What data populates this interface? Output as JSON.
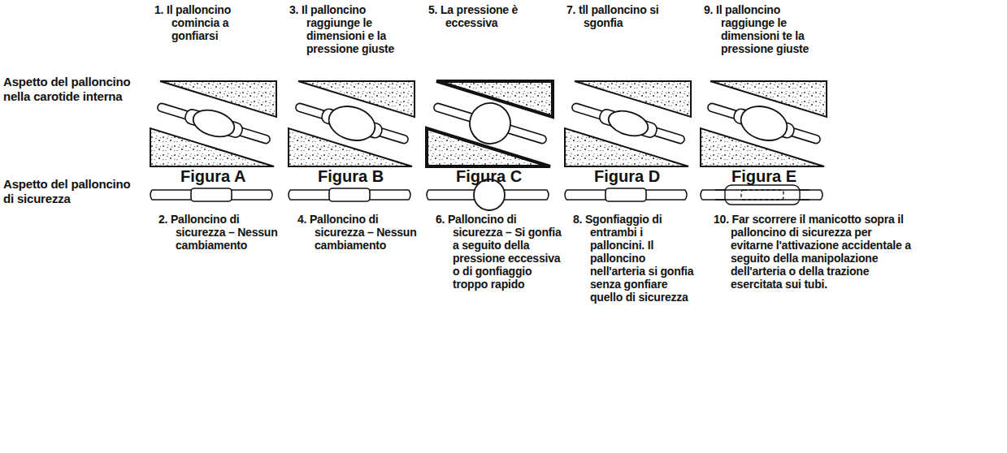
{
  "diagram": {
    "labels": [
      "1. Il palloncino comincia a gonfiarsi",
      "3. Il palloncino raggiunge le dimensioni e la pressione giuste",
      "5. La pressione è eccessiva",
      "7. tll palloncino si sgonfia",
      "9. Il palloncino raggiunge le dimensioni te la pressione giuste",
      "Aspetto del palloncino nella carotide interna",
      "Aspetto del palloncino di sicurezza",
      "Figura A",
      "Figura B",
      "Figura C",
      "Figura D",
      "Figura E",
      "2. Palloncino di sicurezza – Nessun cambiamento",
      "4. Palloncino di sicurezza – Nessun cambiamento",
      "6. Palloncino di sicurezza – Si gonfia a seguito della pressione eccessiva o di gonfiaggio troppo rapido",
      "8. Sgonfiaggio di entrambi i palloncini. Il palloncino nell'arteria si gonfia senza gonfiare quello di sicurezza",
      "10. Far scorrere il manicotto sopra il palloncino di sicurezza per evitarne l'attivazione accidentale a seguito della manipolazione dell'arteria o della trazione esercitata sui tubi."
    ]
  }
}
